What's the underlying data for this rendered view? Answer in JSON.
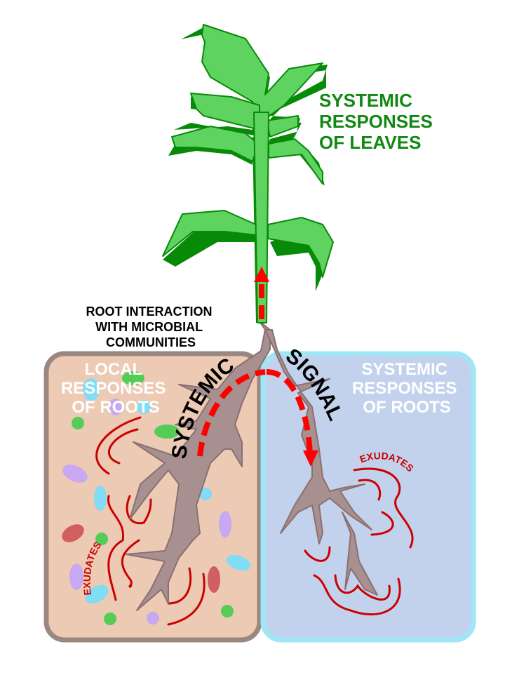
{
  "colors": {
    "leaf_light": "#5fd35f",
    "leaf_dark": "#078a07",
    "root_fill": "#a89090",
    "root_stroke": "#8a7070",
    "local_box_fill": "#eccab4",
    "local_box_border": "#9a8880",
    "systemic_box_fill": "#c3d2ec",
    "systemic_box_border": "#9fe6f7",
    "signal_arrow": "#ff0000",
    "exudate_line": "#cc0000",
    "leaf_label": "#118811",
    "box_label": "#ffffff",
    "black_label": "#000000"
  },
  "labels": {
    "leaves": [
      "SYSTEMIC",
      "RESPONSES",
      "OF LEAVES"
    ],
    "root_interaction": [
      "ROOT INTERACTION",
      "WITH MICROBIAL",
      "COMMUNITIES"
    ],
    "local_roots": [
      "LOCAL",
      "RESPONSES",
      "OF ROOTS"
    ],
    "systemic_roots": [
      "SYSTEMIC",
      "RESPONSES",
      "OF ROOTS"
    ],
    "signal_left": "SYSTEMIC",
    "signal_right": "SIGNAL",
    "exudates_left": "EXUDATES",
    "exudates_right": "EXUDATES"
  }
}
